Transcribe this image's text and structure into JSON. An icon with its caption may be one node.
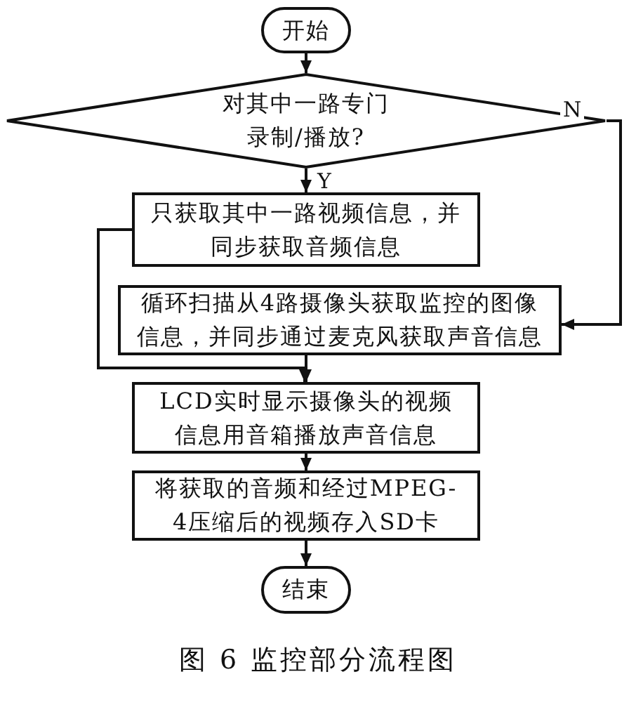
{
  "diagram": {
    "caption": "图 6 监控部分流程图",
    "nodes": [
      {
        "text": [
          "开始"
        ]
      },
      {
        "text": [
          "对其中一路专门录制/播放?"
        ]
      },
      {
        "text": [
          "只获取其中一路视频信息，并同步获取音频信息"
        ]
      },
      {
        "text": [
          "循环扫描从4路摄像头获取监控的图像信息，并同步通过麦克风获取声音信息"
        ]
      },
      {
        "text": [
          "LCD实时显示摄像头的视频信息用音箱播放声音信息"
        ]
      },
      {
        "text": [
          "将获取的音频和经过MPEG-4压缩后的视频存入SD卡"
        ]
      },
      {
        "text": [
          "结束"
        ]
      }
    ],
    "edges": [
      {
        "from": 0,
        "to": 1,
        "arrow": "to"
      },
      {
        "from": 1,
        "to": 2,
        "arrow": "to",
        "label": "Y"
      },
      {
        "from": 1,
        "to": 3,
        "arrow": "to",
        "label": "N"
      },
      {
        "from": 2,
        "to": 4,
        "arrow": "to"
      },
      {
        "from": 3,
        "to": 4,
        "arrow": "to"
      },
      {
        "from": 4,
        "to": 5,
        "arrow": "to"
      },
      {
        "from": 5,
        "to": 6,
        "arrow": "to"
      }
    ]
  }
}
